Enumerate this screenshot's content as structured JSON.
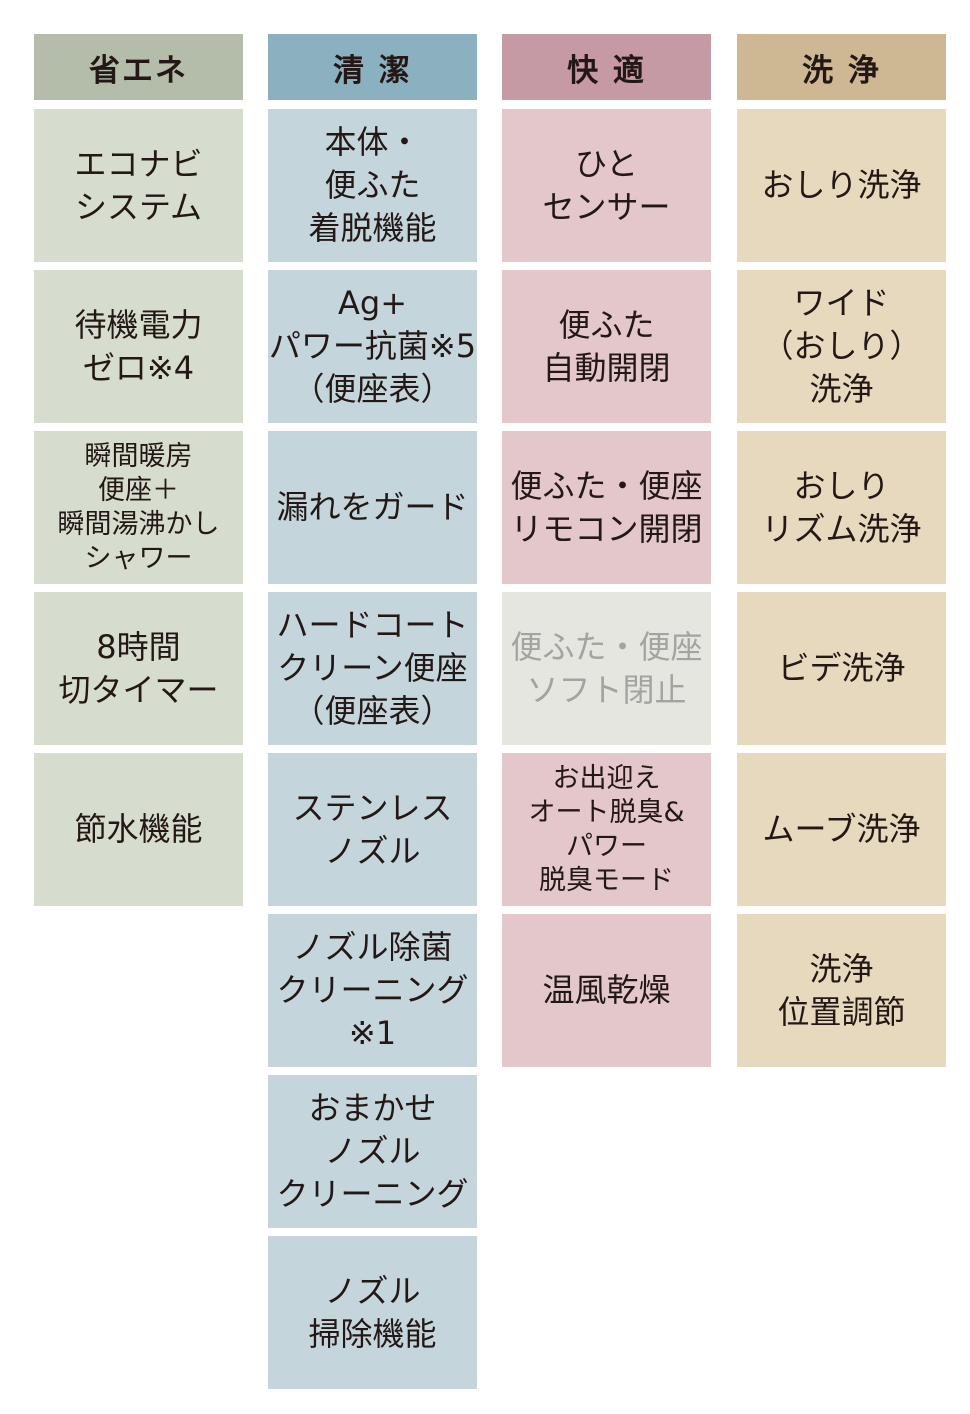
{
  "columns": [
    {
      "title": "省エネ",
      "header_color": "#b3bda9",
      "cell_color": "#d7ddce",
      "items": [
        {
          "label": "エコナビ\nシステム"
        },
        {
          "label": "待機電力\nゼロ※4"
        },
        {
          "label": "瞬間暖房\n便座＋\n瞬間湯沸かし\nシャワー",
          "small": true
        },
        {
          "label": "8時間\n切タイマー"
        },
        {
          "label": "節水機能"
        }
      ]
    },
    {
      "title": "清 潔",
      "header_color": "#8bb0bf",
      "cell_color": "#c4d6dc",
      "items": [
        {
          "label": "本体・\n便ふた\n着脱機能"
        },
        {
          "label": "Ag+\nパワー抗菌※5\n（便座表）"
        },
        {
          "label": "漏れをガード"
        },
        {
          "label": "ハードコート\nクリーン便座\n（便座表）"
        },
        {
          "label": "ステンレス\nノズル"
        },
        {
          "label": "ノズル除菌\nクリーニング※1"
        },
        {
          "label": "おまかせ\nノズル\nクリーニング"
        },
        {
          "label": "ノズル\n掃除機能"
        }
      ]
    },
    {
      "title": "快 適",
      "header_color": "#c59aa4",
      "cell_color": "#e4c7cb",
      "items": [
        {
          "label": "ひと\nセンサー"
        },
        {
          "label": "便ふた\n自動開閉"
        },
        {
          "label": "便ふた・便座\nリモコン開閉"
        },
        {
          "label": "便ふた・便座\nソフト閉止",
          "disabled": true
        },
        {
          "label": "お出迎え\nオート脱臭&\nパワー\n脱臭モード",
          "small": true
        },
        {
          "label": "温風乾燥"
        }
      ]
    },
    {
      "title": "洗 浄",
      "header_color": "#cdb893",
      "cell_color": "#e7d9bd",
      "items": [
        {
          "label": "おしり洗浄"
        },
        {
          "label": "ワイド\n（おしり）\n洗浄"
        },
        {
          "label": "おしり\nリズム洗浄"
        },
        {
          "label": "ビデ洗浄"
        },
        {
          "label": "ムーブ洗浄"
        },
        {
          "label": "洗浄\n位置調節"
        }
      ]
    }
  ]
}
